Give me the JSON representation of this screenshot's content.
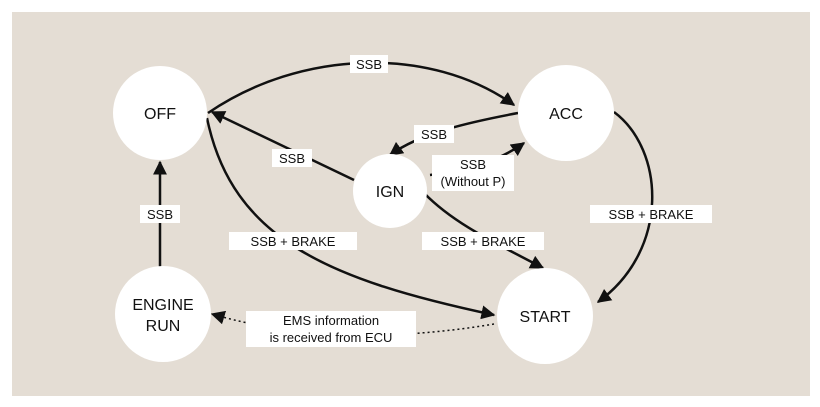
{
  "diagram": {
    "states": {
      "off": "OFF",
      "acc": "ACC",
      "ign": "IGN",
      "start": "START",
      "engine_run_line1": "ENGINE",
      "engine_run_line2": "RUN"
    },
    "edges": {
      "off_to_acc": "SSB",
      "acc_to_ign": "SSB",
      "ign_to_acc_line1": "SSB",
      "ign_to_acc_line2": "(Without P)",
      "ign_to_off": "SSB",
      "engine_run_to_off": "SSB",
      "off_to_start": "SSB + BRAKE",
      "ign_to_start": "SSB + BRAKE",
      "acc_to_start": "SSB + BRAKE",
      "start_to_engine_run_line1": "EMS information",
      "start_to_engine_run_line2": "is received from ECU"
    },
    "colors": {
      "background": "#e4ddd4",
      "state_fill": "#ffffff",
      "line": "#111111"
    }
  }
}
